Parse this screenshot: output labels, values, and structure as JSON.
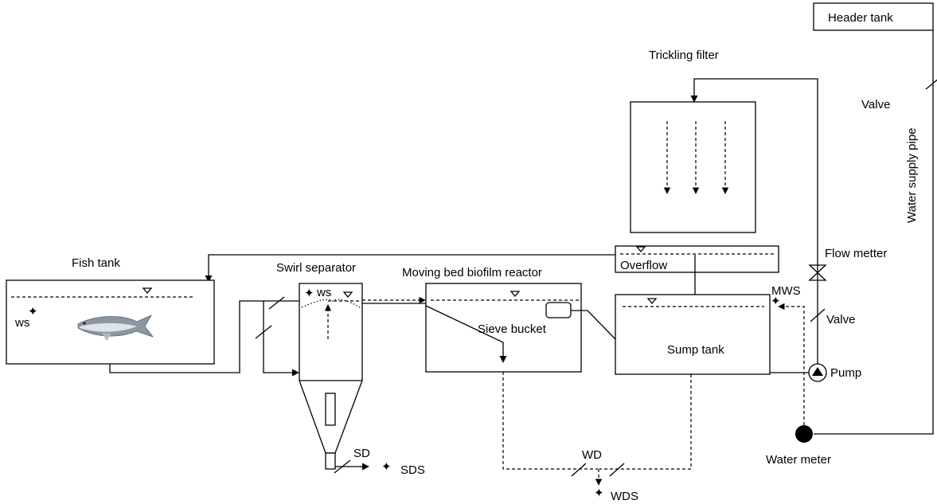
{
  "labels": {
    "header_tank": "Header  tank",
    "trickling_filter": "Trickling filter",
    "valve_top": "Valve",
    "water_supply_pipe": "Water supply pipe",
    "fish_tank": "Fish tank",
    "swirl_separator": "Swirl separator",
    "mbbr": "Moving bed biofilm reactor",
    "overflow": "Overflow",
    "flow_meter": "Flow metter",
    "mws": "MWS",
    "valve_right": "Valve",
    "sieve_bucket": "Sieve bucket",
    "sump_tank": "Sump tank",
    "pump": "Pump",
    "ws_fish": "ws",
    "ws_swirl": "ws",
    "sd": "SD",
    "sds": "SDS",
    "wd": "WD",
    "wds": "WDS",
    "water_meter": "Water meter"
  }
}
